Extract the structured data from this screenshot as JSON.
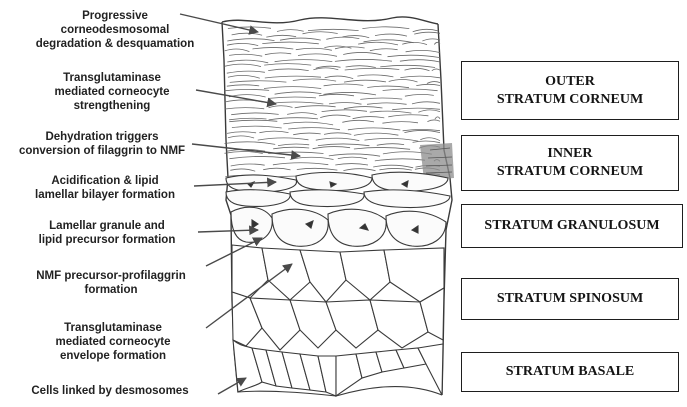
{
  "annotations": [
    {
      "id": "desquamation",
      "text": "Progressive\ncorneodesmosomal\ndegradation & desquamation"
    },
    {
      "id": "strengthening",
      "text": "Transglutaminase\nmediated corneocyte\nstrengthening"
    },
    {
      "id": "dehydration",
      "text": "Dehydration triggers\nconversion of filaggrin to NMF"
    },
    {
      "id": "acidification",
      "text": "Acidification & lipid\nlamellar bilayer formation"
    },
    {
      "id": "lamellar",
      "text": "Lamellar granule and\nlipid precursor formation"
    },
    {
      "id": "nmf",
      "text": "NMF precursor-profilaggrin\nformation"
    },
    {
      "id": "envelope",
      "text": "Transglutaminase\nmediated corneocyte\nenvelope formation"
    },
    {
      "id": "desmosomes",
      "text": "Cells linked by desmosomes"
    }
  ],
  "layers": [
    {
      "id": "outer-sc",
      "text": "OUTER\nSTRATUM CORNEUM"
    },
    {
      "id": "inner-sc",
      "text": "INNER\nSTRATUM CORNEUM"
    },
    {
      "id": "granulosum",
      "text": "STRATUM GRANULOSUM"
    },
    {
      "id": "spinosum",
      "text": "STRATUM SPINOSUM"
    },
    {
      "id": "basale",
      "text": "STRATUM BASALE"
    }
  ]
}
